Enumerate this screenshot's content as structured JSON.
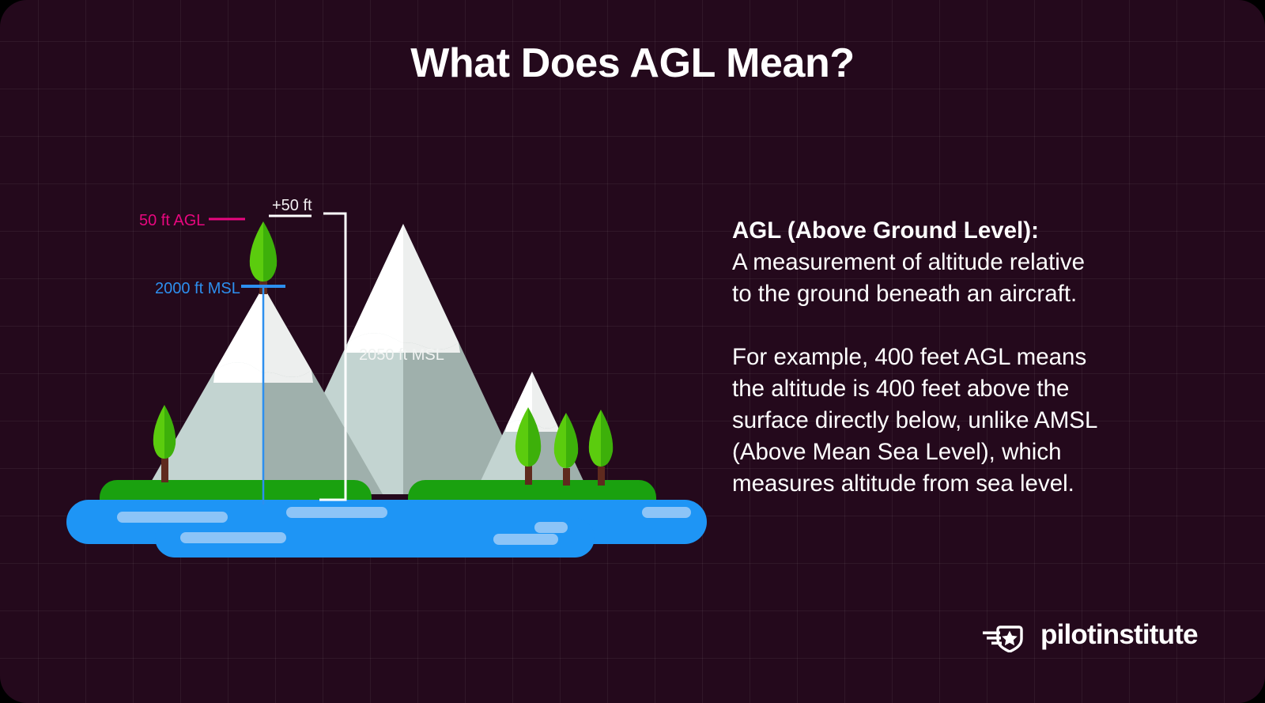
{
  "page": {
    "title": "What Does AGL Mean?",
    "background_color": "#24091C",
    "grid_color": "rgba(255,255,255,0.055)"
  },
  "body": {
    "lead": "AGL (Above Ground Level):",
    "line1": "A measurement of altitude relative",
    "line2": "to the ground beneath an aircraft.",
    "para2_line1": "For example, 400 feet AGL means",
    "para2_line2": "the altitude is 400 feet above the",
    "para2_line3": "surface directly below, unlike AMSL",
    "para2_line4": "(Above Mean Sea Level), which",
    "para2_line5": "measures altitude from sea level."
  },
  "diagram": {
    "agl_label": "50 ft AGL",
    "agl_color": "#E8077F",
    "msl_label": "2000 ft MSL",
    "msl_color": "#2D8FEF",
    "delta_label": "+50 ft",
    "delta_color": "#F2EFF1",
    "peak_label": "2050 ft MSL",
    "peak_color": "#F2F4F3",
    "colors": {
      "water": "#1E95F5",
      "water_wave": "#8CC4F7",
      "land": "#1AA10F",
      "mountain_light": "#C3D4D1",
      "mountain_dark": "#9FB0AC",
      "snow_light": "#FFFFFF",
      "snow_dark": "#EDEFEE",
      "tree_light": "#5BCC0E",
      "tree_dark": "#3DB00A",
      "trunk": "#5F2A1E"
    },
    "values": {
      "tree_top_agl_ft": 50,
      "left_peak_msl_ft": 2000,
      "right_peak_msl_ft": 2050,
      "delta_ft": 50
    }
  },
  "logo": {
    "text": "pilotinstitute",
    "icon": "winged-shield-star-icon"
  }
}
